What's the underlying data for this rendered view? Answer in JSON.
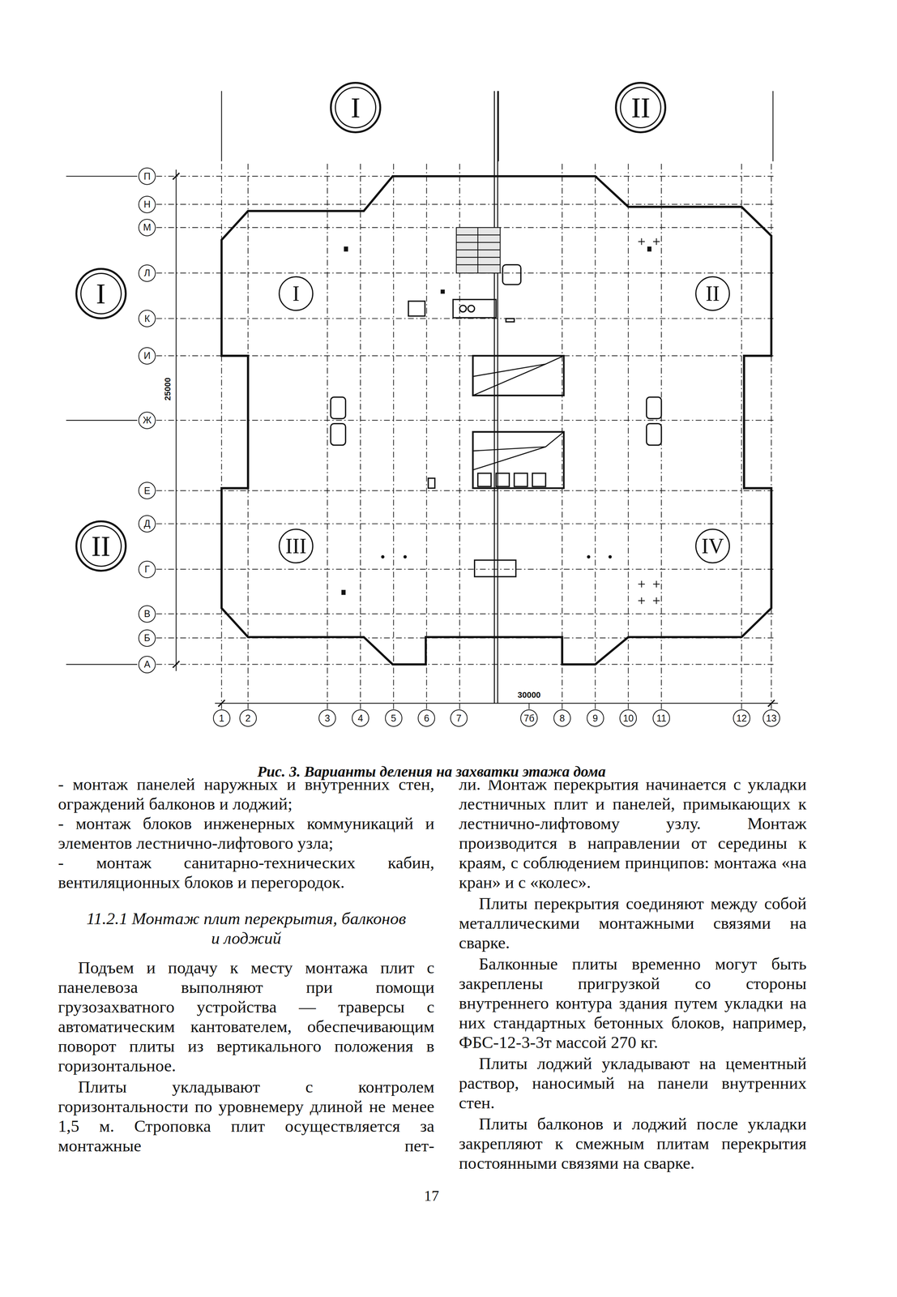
{
  "diagram": {
    "caption": "Рис. 3. Варианты деления на захватки этажа дома",
    "nodes": [
      {
        "text": [
          "I"
        ]
      },
      {
        "text": [
          "II"
        ]
      },
      {
        "text": [
          "I"
        ]
      },
      {
        "text": [
          "II"
        ]
      },
      {
        "text": [
          "I"
        ]
      },
      {
        "text": [
          "II"
        ]
      },
      {
        "text": [
          "III"
        ]
      },
      {
        "text": [
          "IV"
        ]
      },
      {
        "text": [
          "П"
        ]
      },
      {
        "text": [
          "Н"
        ]
      },
      {
        "text": [
          "М"
        ]
      },
      {
        "text": [
          "Л"
        ]
      },
      {
        "text": [
          "К"
        ]
      },
      {
        "text": [
          "И"
        ]
      },
      {
        "text": [
          "Ж"
        ]
      },
      {
        "text": [
          "Е"
        ]
      },
      {
        "text": [
          "Д"
        ]
      },
      {
        "text": [
          "Г"
        ]
      },
      {
        "text": [
          "В"
        ]
      },
      {
        "text": [
          "Б"
        ]
      },
      {
        "text": [
          "А"
        ]
      },
      {
        "text": [
          "1"
        ]
      },
      {
        "text": [
          "2"
        ]
      },
      {
        "text": [
          "3"
        ]
      },
      {
        "text": [
          "4"
        ]
      },
      {
        "text": [
          "5"
        ]
      },
      {
        "text": [
          "6"
        ]
      },
      {
        "text": [
          "7"
        ]
      },
      {
        "text": [
          "7б"
        ]
      },
      {
        "text": [
          "8"
        ]
      },
      {
        "text": [
          "9"
        ]
      },
      {
        "text": [
          "10"
        ]
      },
      {
        "text": [
          "11"
        ]
      },
      {
        "text": [
          "12"
        ]
      },
      {
        "text": [
          "13"
        ]
      }
    ],
    "labels": [
      "25000",
      "30000",
      "- монтаж панелей наружных и внутренних стен, ограждений балконов и лоджий;",
      "- монтаж блоков инженерных коммуникаций и элементов лестнично-лифтового узла;",
      "- монтаж санитарно-технических кабин, вентиляционных блоков и перегородок.",
      "11.2.1 Монтаж плит перекрытия, балконов и лоджий",
      "Подъем и подачу к месту монтажа плит с панелевоза выполняют при помощи грузозахватного устройства — траверсы с автоматическим кантователем, обеспечивающим поворот плиты из вертикального положения в горизонтальное.",
      "Плиты укладывают с контролем горизонтальности по уровнемеру длиной не менее 1,5 м. Строповка плит осуществляется за монтажные пет-",
      "ли. Монтаж перекрытия начинается с укладки лестничных плит и панелей, примыкающих к лестнично-лифтовому узлу. Монтаж производится в направлении от середины к краям, с соблюдением принципов: монтажа «на кран» и с «колес».",
      "Плиты перекрытия соединяют между собой металлическими монтажными связями на сварке.",
      "Балконные плиты временно могут быть закреплены пригрузкой со стороны внутреннего контура здания путем укладки на них стандартных бетонных блоков, например, ФБС-12-3-3т массой 270 кг.",
      "Плиты лоджий укладывают на цементный раствор, наносимый на панели внутренних стен.",
      "Плиты балконов и лоджий после укладки закрепляют к смежным плитам перекрытия постоянными связями на сварке.",
      "17"
    ]
  }
}
